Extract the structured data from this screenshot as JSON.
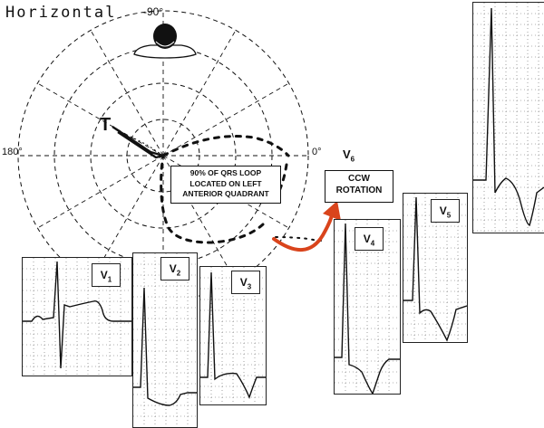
{
  "figure": {
    "title": "Horizontal",
    "angle_top": "-90°",
    "angle_left": "180°",
    "angle_right": "0°",
    "note": [
      "90% OF QRS LOOP",
      "LOCATED ON LEFT",
      "ANTERIOR QUADRANT"
    ],
    "rotation": [
      "CCW",
      "ROTATION"
    ],
    "t_label": "T"
  },
  "leads": [
    {
      "name": "V",
      "sub": "1"
    },
    {
      "name": "V",
      "sub": "2"
    },
    {
      "name": "V",
      "sub": "3"
    },
    {
      "name": "V",
      "sub": "4"
    },
    {
      "name": "V",
      "sub": "5"
    },
    {
      "name": "V",
      "sub": "6"
    }
  ],
  "colors": {
    "arrow": "#d9441c",
    "ink": "#111111",
    "grid_dot": "#666666"
  }
}
